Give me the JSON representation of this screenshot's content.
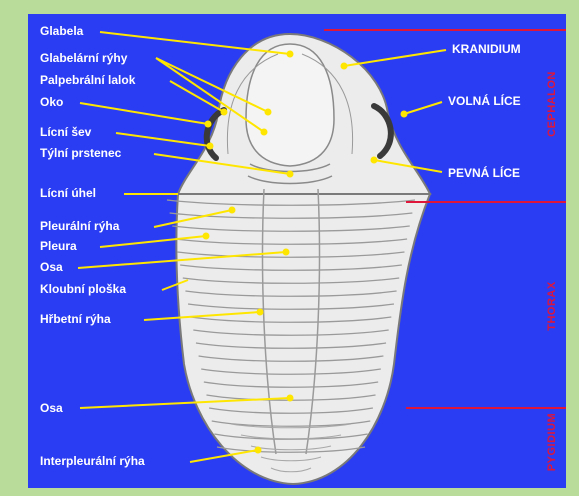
{
  "diagram": {
    "colors": {
      "background": "#2b3df2",
      "frame": "#b9dc9b",
      "label": "#ffffff",
      "pointer": "#ffe600",
      "section": "#e0153a",
      "body": "#ececec",
      "outline": "#7a7a7a"
    },
    "left_labels": [
      "Glabela",
      "Glabelární rýhy",
      "Palpebrální lalok",
      "Oko",
      "Lícní šev",
      "Týlní prstenec",
      "Lícní úhel",
      "Pleurální rýha",
      "Pleura",
      "Osa",
      "Kloubní ploška",
      "Hřbetní rýha",
      "Osa",
      "Interpleurální rýha"
    ],
    "right_labels": [
      "KRANIDIUM",
      "VOLNÁ LÍCE",
      "PEVNÁ LÍCE"
    ],
    "sections": [
      "CEPHALON",
      "THORAX",
      "PYGIDIUM"
    ]
  }
}
